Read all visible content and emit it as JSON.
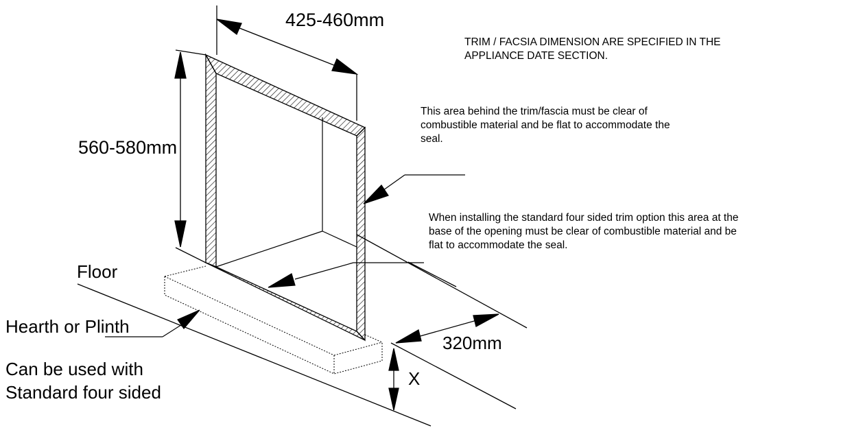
{
  "dimensions": {
    "width": "425-460mm",
    "height": "560-580mm",
    "depth": "320mm",
    "clearance": "X"
  },
  "labels": {
    "floor": "Floor",
    "hearth": "Hearth or Plinth",
    "usage": [
      "Can be used with",
      "Standard four sided"
    ]
  },
  "notes": {
    "trim": [
      "TRIM / FACSIA DIMENSION ARE SPECIFIED IN THE",
      "APPLIANCE DATE SECTION."
    ],
    "behind_trim": [
      "This area behind the trim/fascia must be clear of",
      "combustible material and be flat to accommodate the",
      "seal."
    ],
    "base_opening": [
      "When installing the standard four sided trim option this area at the",
      "base of the opening must be clear of combustible material and be",
      "flat to accommodate the seal."
    ]
  },
  "colors": {
    "stroke": "#000000",
    "background": "#ffffff"
  }
}
